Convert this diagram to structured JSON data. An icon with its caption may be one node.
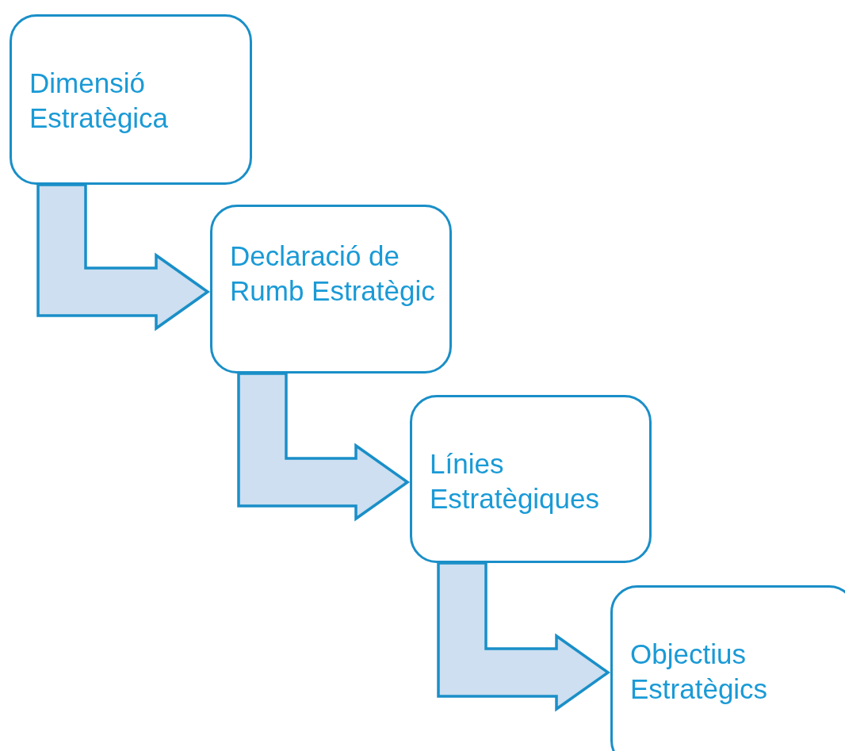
{
  "diagram": {
    "nodes": [
      {
        "text": [
          "Dimensió Estratègica"
        ]
      },
      {
        "text": [
          "Declaració de Rumb Estratègic"
        ]
      },
      {
        "text": [
          "Línies Estratègiques"
        ]
      },
      {
        "text": [
          "Objectius Estratègics"
        ]
      }
    ],
    "edges": [
      {
        "from": 0,
        "to": 1,
        "arrow": "to"
      },
      {
        "from": 1,
        "to": 2,
        "arrow": "to"
      },
      {
        "from": 2,
        "to": 3,
        "arrow": "to"
      }
    ]
  }
}
